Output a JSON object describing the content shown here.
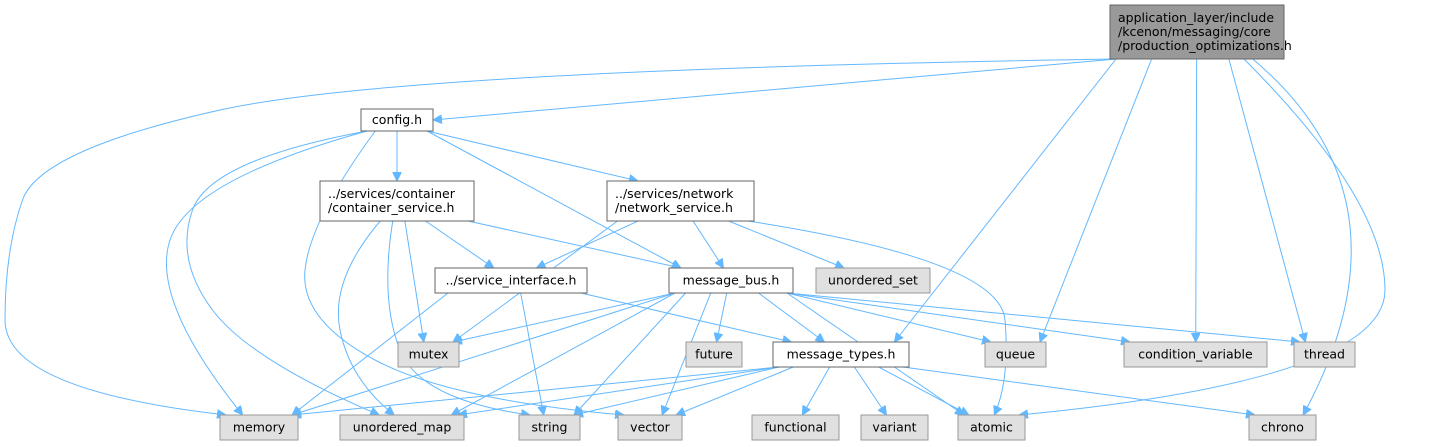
{
  "diagram": {
    "type": "include-dependency-graph",
    "colors": {
      "root_fill": "#999999",
      "root_stroke": "#666666",
      "header_fill": "#ffffff",
      "header_stroke": "#666666",
      "system_fill": "#e0e0e0",
      "system_stroke": "#999999",
      "edge": "#63b8ff"
    },
    "nodes": [
      {
        "id": "root",
        "lines": [
          "application_layer/include",
          "/kcenon/messaging/core",
          "/production_optimizations.h"
        ],
        "kind": "root"
      },
      {
        "id": "config",
        "lines": [
          "config.h"
        ],
        "kind": "header"
      },
      {
        "id": "container_service",
        "lines": [
          "../services/container",
          "/container_service.h"
        ],
        "kind": "header"
      },
      {
        "id": "network_service",
        "lines": [
          "../services/network",
          "/network_service.h"
        ],
        "kind": "header"
      },
      {
        "id": "service_interface",
        "lines": [
          "../service_interface.h"
        ],
        "kind": "header"
      },
      {
        "id": "message_bus",
        "lines": [
          "message_bus.h"
        ],
        "kind": "header"
      },
      {
        "id": "message_types",
        "lines": [
          "message_types.h"
        ],
        "kind": "header"
      },
      {
        "id": "unordered_set",
        "lines": [
          "unordered_set"
        ],
        "kind": "system"
      },
      {
        "id": "mutex",
        "lines": [
          "mutex"
        ],
        "kind": "system"
      },
      {
        "id": "future",
        "lines": [
          "future"
        ],
        "kind": "system"
      },
      {
        "id": "queue",
        "lines": [
          "queue"
        ],
        "kind": "system"
      },
      {
        "id": "condition_variable",
        "lines": [
          "condition_variable"
        ],
        "kind": "system"
      },
      {
        "id": "thread",
        "lines": [
          "thread"
        ],
        "kind": "system"
      },
      {
        "id": "memory",
        "lines": [
          "memory"
        ],
        "kind": "system"
      },
      {
        "id": "unordered_map",
        "lines": [
          "unordered_map"
        ],
        "kind": "system"
      },
      {
        "id": "string",
        "lines": [
          "string"
        ],
        "kind": "system"
      },
      {
        "id": "vector",
        "lines": [
          "vector"
        ],
        "kind": "system"
      },
      {
        "id": "functional",
        "lines": [
          "functional"
        ],
        "kind": "system"
      },
      {
        "id": "variant",
        "lines": [
          "variant"
        ],
        "kind": "system"
      },
      {
        "id": "atomic",
        "lines": [
          "atomic"
        ],
        "kind": "system"
      },
      {
        "id": "chrono",
        "lines": [
          "chrono"
        ],
        "kind": "system"
      }
    ],
    "edges": [
      [
        "root",
        "config"
      ],
      [
        "root",
        "memory"
      ],
      [
        "root",
        "message_types"
      ],
      [
        "root",
        "queue"
      ],
      [
        "root",
        "condition_variable"
      ],
      [
        "root",
        "thread"
      ],
      [
        "root",
        "atomic"
      ],
      [
        "root",
        "chrono"
      ],
      [
        "config",
        "container_service"
      ],
      [
        "config",
        "network_service"
      ],
      [
        "config",
        "message_bus"
      ],
      [
        "config",
        "memory"
      ],
      [
        "config",
        "unordered_map"
      ],
      [
        "config",
        "vector"
      ],
      [
        "container_service",
        "service_interface"
      ],
      [
        "container_service",
        "message_bus"
      ],
      [
        "container_service",
        "mutex"
      ],
      [
        "container_service",
        "unordered_map"
      ],
      [
        "container_service",
        "string"
      ],
      [
        "network_service",
        "service_interface"
      ],
      [
        "network_service",
        "message_bus"
      ],
      [
        "network_service",
        "unordered_set"
      ],
      [
        "network_service",
        "mutex"
      ],
      [
        "network_service",
        "atomic"
      ],
      [
        "service_interface",
        "message_types"
      ],
      [
        "service_interface",
        "memory"
      ],
      [
        "service_interface",
        "string"
      ],
      [
        "message_bus",
        "message_types"
      ],
      [
        "message_bus",
        "future"
      ],
      [
        "message_bus",
        "queue"
      ],
      [
        "message_bus",
        "condition_variable"
      ],
      [
        "message_bus",
        "thread"
      ],
      [
        "message_bus",
        "mutex"
      ],
      [
        "message_bus",
        "memory"
      ],
      [
        "message_bus",
        "unordered_map"
      ],
      [
        "message_bus",
        "string"
      ],
      [
        "message_bus",
        "vector"
      ],
      [
        "message_bus",
        "atomic"
      ],
      [
        "message_types",
        "memory"
      ],
      [
        "message_types",
        "unordered_map"
      ],
      [
        "message_types",
        "string"
      ],
      [
        "message_types",
        "vector"
      ],
      [
        "message_types",
        "functional"
      ],
      [
        "message_types",
        "variant"
      ],
      [
        "message_types",
        "atomic"
      ],
      [
        "message_types",
        "chrono"
      ]
    ]
  }
}
